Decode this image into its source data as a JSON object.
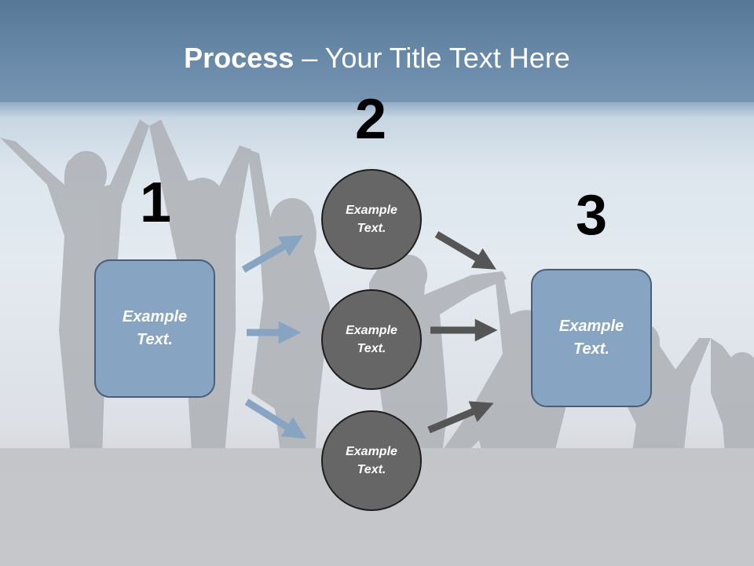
{
  "title": {
    "bold": "Process",
    "rest": " – Your Title Text Here"
  },
  "steps": {
    "one": {
      "number": "1",
      "text": "Example\nText."
    },
    "two": {
      "number": "2",
      "circles": [
        "Example\nText.",
        "Example\nText.",
        "Example\nText."
      ]
    },
    "three": {
      "number": "3",
      "text": "Example\nText."
    }
  },
  "colors": {
    "box_fill": "#87a5c2",
    "box_border": "#4a5f77",
    "circle_fill": "#666666",
    "circle_border": "#1e1e1e",
    "arrow_blue": "#87a5c2",
    "arrow_gray": "#555555",
    "title_band": "#6a8aa9"
  }
}
